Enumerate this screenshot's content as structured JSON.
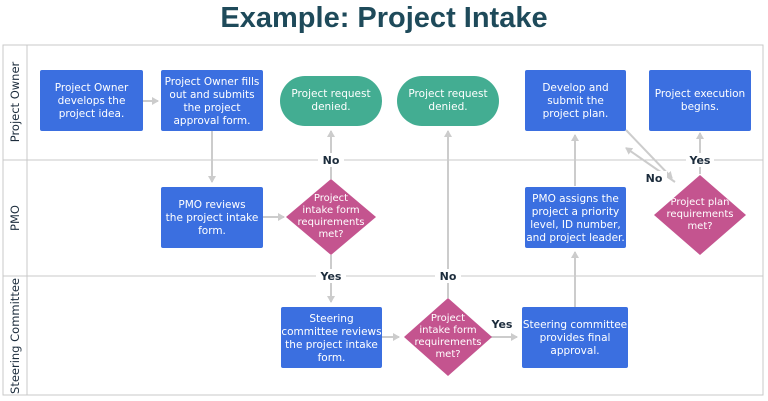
{
  "title": "Example: Project Intake",
  "lanes": [
    "Project Owner",
    "PMO",
    "Steering Committee"
  ],
  "nodes": {
    "develop_idea": [
      "Project Owner",
      "develops the",
      "project idea."
    ],
    "fill_form": [
      "Project Owner fills",
      "out and submits",
      "the project",
      "approval form."
    ],
    "denied_1": [
      "Project request",
      "denied."
    ],
    "denied_2": [
      "Project request",
      "denied."
    ],
    "develop_plan": [
      "Develop and",
      "submit the",
      "project plan."
    ],
    "execution": [
      "Project execution",
      "begins."
    ],
    "pmo_review": [
      "PMO reviews",
      "the project intake",
      "form."
    ],
    "pmo_decision": [
      "Project",
      "intake form",
      "requirements",
      "met?"
    ],
    "pmo_assign": [
      "PMO assigns the",
      "project a priority",
      "level, ID number,",
      "and project leader."
    ],
    "plan_decision": [
      "Project plan",
      "requirements",
      "met?"
    ],
    "sc_review": [
      "Steering",
      "committee reviews",
      "the project intake",
      "form."
    ],
    "sc_decision": [
      "Project",
      "intake form",
      "requirements",
      "met?"
    ],
    "sc_approval": [
      "Steering committee",
      "provides final",
      "approval."
    ]
  },
  "edge_labels": {
    "pmo_no": "No",
    "pmo_yes": "Yes",
    "sc_no": "No",
    "sc_yes": "Yes",
    "plan_no": "No",
    "plan_yes": "Yes"
  },
  "colors": {
    "box": "#3b6fe0",
    "terminal": "#43ad92",
    "decision": "#c4548f",
    "lane_border": "#c9c9c9",
    "arrow": "#cccccc",
    "title": "#1e4a5a"
  }
}
